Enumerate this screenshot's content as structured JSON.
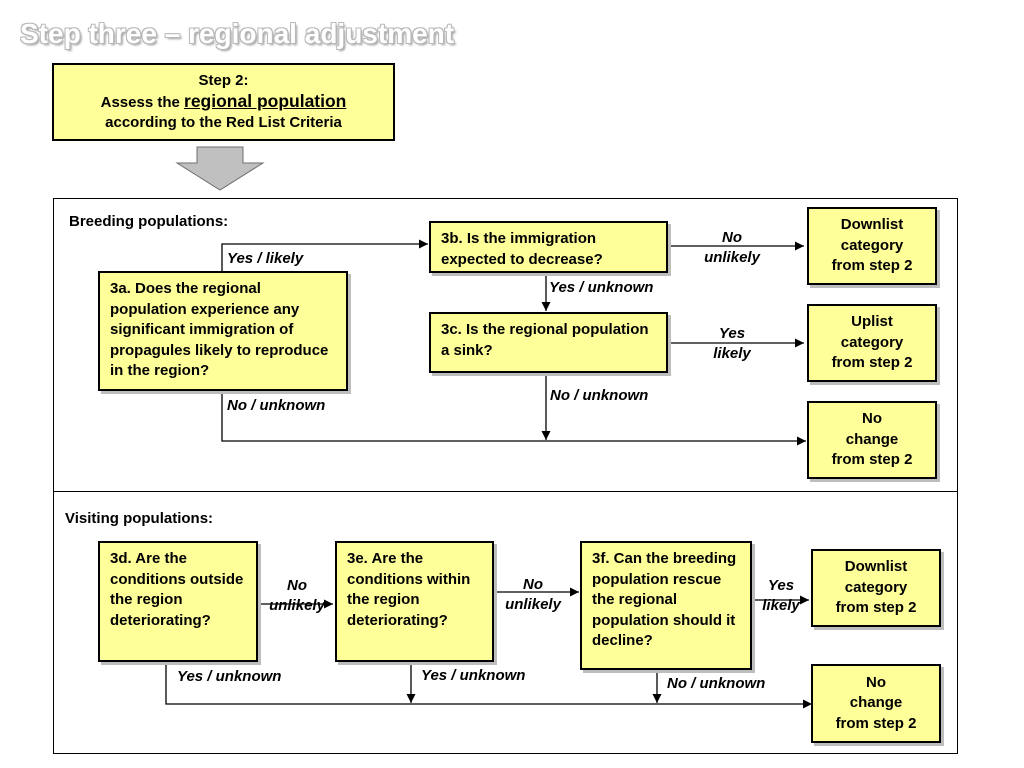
{
  "title": "Step three – regional adjustment",
  "step2": {
    "line1": "Step 2:",
    "line2_prefix": "Assess the ",
    "line2_emph": "regional population",
    "line3": "according to the Red List Criteria"
  },
  "breeding": {
    "label": "Breeding populations:",
    "q3a": "3a.  Does the regional population experience any significant  immigration of propagules likely to reproduce in the region?",
    "q3b": "3b. Is the immigration expected  to decrease?",
    "q3c": "3c. Is the regional population a sink?",
    "out_downlist": [
      "Downlist",
      "category",
      "from step 2"
    ],
    "out_uplist": [
      "Uplist",
      "category",
      "from step 2"
    ],
    "out_nochange": [
      "No",
      "change",
      "from step 2"
    ],
    "edge_yes_likely": "Yes / likely",
    "edge_no_unknown_3a": "No / unknown",
    "edge_3b_no": "No",
    "edge_3b_unlikely": "unlikely",
    "edge_3b_yes_unknown": "Yes / unknown",
    "edge_3c_yes": "Yes",
    "edge_3c_likely": "likely",
    "edge_3c_no_unknown": "No / unknown"
  },
  "visiting": {
    "label": "Visiting populations:",
    "q3d": "3d.  Are the conditions outside the region deteriorating?",
    "q3e": "3e.  Are the conditions within the region deteriorating?",
    "q3f": "3f.  Can the breeding population rescue the regional population should it decline?",
    "out_downlist": [
      "Downlist",
      "category",
      "from step 2"
    ],
    "out_nochange": [
      "No",
      "change",
      "from step 2"
    ],
    "edge_3d_no": "No",
    "edge_3d_unlikely": "unlikely",
    "edge_3d_yes_unknown": "Yes / unknown",
    "edge_3e_no": "No",
    "edge_3e_unlikely": "unlikely",
    "edge_3e_yes_unknown": "Yes / unknown",
    "edge_3f_yes": "Yes",
    "edge_3f_likely": "likely",
    "edge_3f_no_unknown": "No / unknown"
  },
  "colors": {
    "box_fill": "#ffff99",
    "arrow_fill": "#c0c0c0",
    "line": "#000000"
  }
}
